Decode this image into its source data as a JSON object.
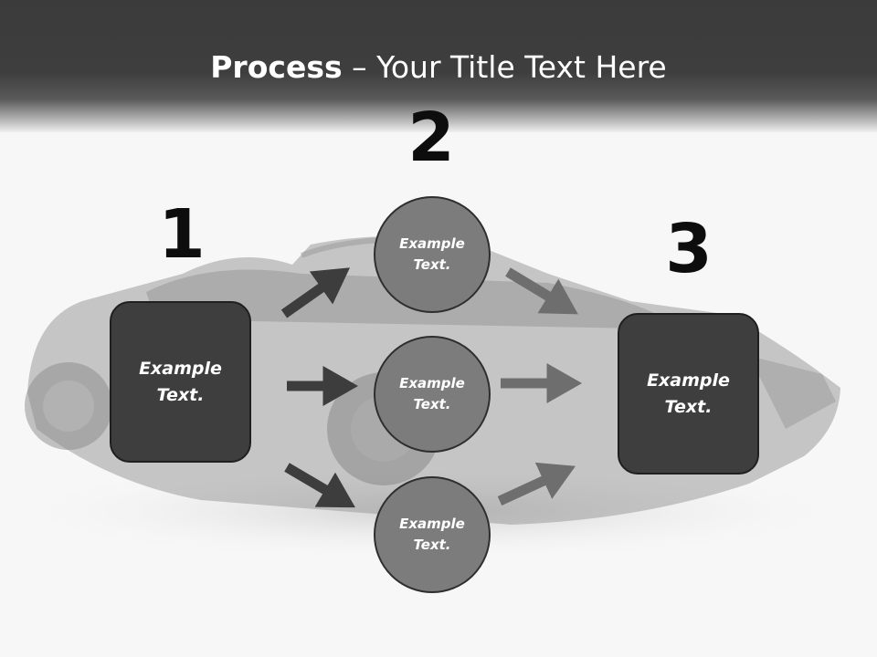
{
  "title": {
    "bold": "Process",
    "rest": " – Your Title Text Here"
  },
  "steps": [
    {
      "number": "1",
      "label": "Example Text."
    },
    {
      "number": "2",
      "label": ""
    },
    {
      "number": "3",
      "label": "Example Text."
    }
  ],
  "circles": [
    {
      "label": "Example Text."
    },
    {
      "label": "Example Text."
    },
    {
      "label": "Example Text."
    }
  ],
  "colors": {
    "header": "#3b3b3b",
    "box": "#3e3e3e",
    "circle": "#7c7c7c",
    "arrow_dark": "#3d3d3d",
    "arrow_light": "#6e6e6e"
  }
}
